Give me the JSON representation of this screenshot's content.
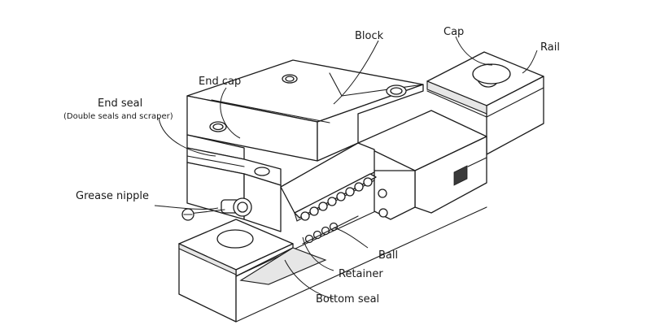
{
  "labels": {
    "block": "Block",
    "cap": "Cap",
    "rail": "Rail",
    "end_cap": "End cap",
    "end_seal": "End seal",
    "end_seal_note": "(Double seals and scraper)",
    "grease_nipple": "Grease nipple",
    "ball": "Ball",
    "retainer": "Retainer",
    "bottom_seal": "Bottom seal"
  }
}
